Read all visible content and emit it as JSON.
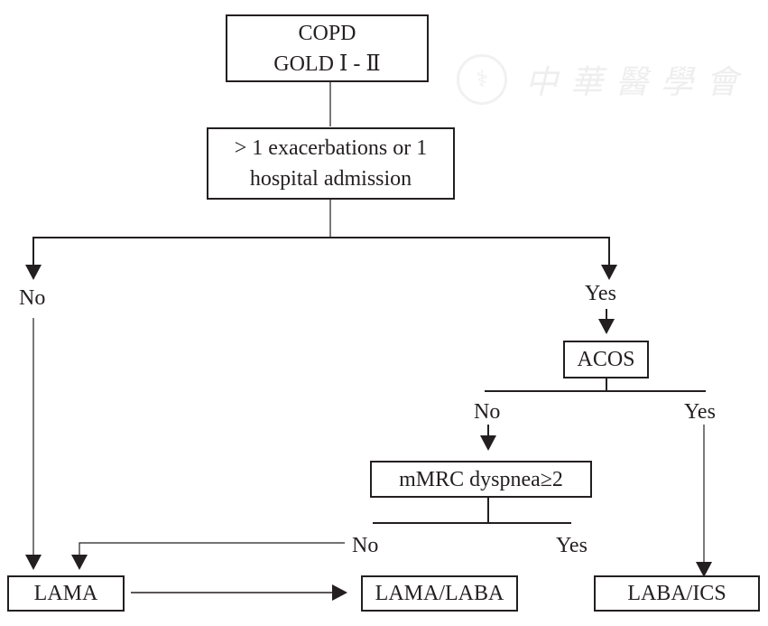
{
  "diagram": {
    "type": "flowchart",
    "nodes": {
      "copd": {
        "line1": "COPD",
        "line2": "GOLD Ⅰ - Ⅱ"
      },
      "exacerbations": {
        "line1": "> 1 exacerbations or 1",
        "line2": "hospital admission"
      },
      "acos": {
        "label": "ACOS"
      },
      "mmrc": {
        "label": "mMRC dyspnea≥2"
      },
      "lama": {
        "label": "LAMA"
      },
      "lama_laba": {
        "label": "LAMA/LABA"
      },
      "laba_ics": {
        "label": "LABA/ICS"
      }
    },
    "edge_labels": {
      "exacerbations_no": "No",
      "exacerbations_yes": "Yes",
      "acos_no": "No",
      "acos_yes": "Yes",
      "mmrc_no": "No",
      "mmrc_yes": "Yes"
    },
    "edges": [
      {
        "from": "COPD GOLD Ⅰ - Ⅱ",
        "to": "> 1 exacerbations or 1 hospital admission",
        "label": ""
      },
      {
        "from": "> 1 exacerbations or 1 hospital admission",
        "to": "LAMA",
        "label": "No"
      },
      {
        "from": "> 1 exacerbations or 1 hospital admission",
        "to": "ACOS",
        "label": "Yes"
      },
      {
        "from": "ACOS",
        "to": "mMRC dyspnea≥2",
        "label": "No"
      },
      {
        "from": "ACOS",
        "to": "LABA/ICS",
        "label": "Yes"
      },
      {
        "from": "mMRC dyspnea≥2",
        "to": "LAMA",
        "label": "No"
      },
      {
        "from": "LAMA",
        "to": "LAMA/LABA",
        "label": ""
      }
    ]
  },
  "watermark": {
    "logo": "society-seal-icon",
    "text": "中華醫學會"
  },
  "colors": {
    "ink": "#231f20",
    "background": "#ffffff",
    "watermark": "#cfcfcf"
  }
}
